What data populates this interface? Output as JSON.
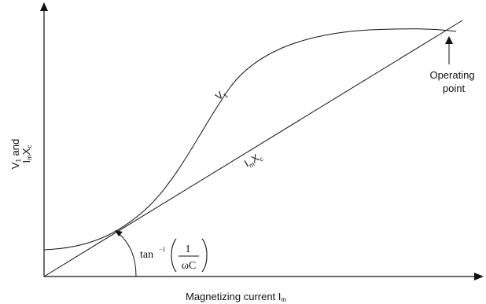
{
  "axes": {
    "x_label": "Magnetizing current I",
    "x_label_sub": "m",
    "y_label_line1_main": "V",
    "y_label_line1_sub": "1",
    "y_label_line1_rest": " and",
    "y_label_line2_main": "I",
    "y_label_line2_sub": "m",
    "y_label_line2_rest": "X",
    "y_label_line2_sub2": "c"
  },
  "curves": {
    "magnetization_label_main": "V",
    "magnetization_label_sub": "1",
    "line_label_main": "I",
    "line_label_sub": "m",
    "line_label_rest": "X",
    "line_label_sub2": "c"
  },
  "annotation": {
    "operating_point_line1": "Operating",
    "operating_point_line2": "point",
    "angle_func": "tan",
    "angle_exp": "−1",
    "fraction_numerator": "1",
    "fraction_denominator": "ωC"
  },
  "colors": {
    "stroke": "#111111"
  }
}
